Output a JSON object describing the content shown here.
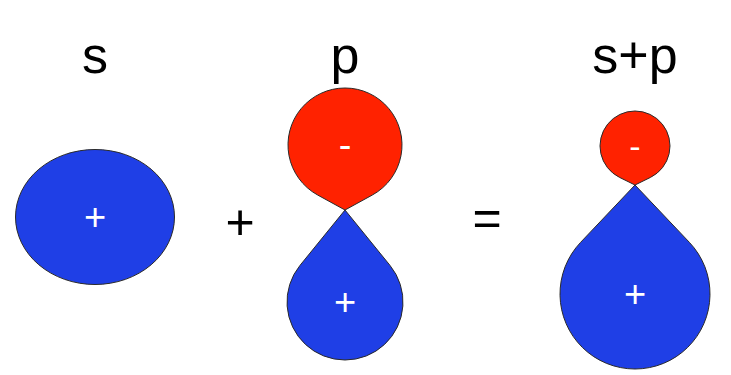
{
  "diagram": {
    "nodes": [
      {
        "text": [
          "+"
        ]
      },
      {
        "text": [
          "-"
        ]
      },
      {
        "text": [
          "+"
        ]
      },
      {
        "text": [
          "-"
        ]
      },
      {
        "text": [
          "+"
        ]
      }
    ],
    "labels": [
      "s",
      "p",
      "s+p",
      "+",
      "="
    ]
  }
}
